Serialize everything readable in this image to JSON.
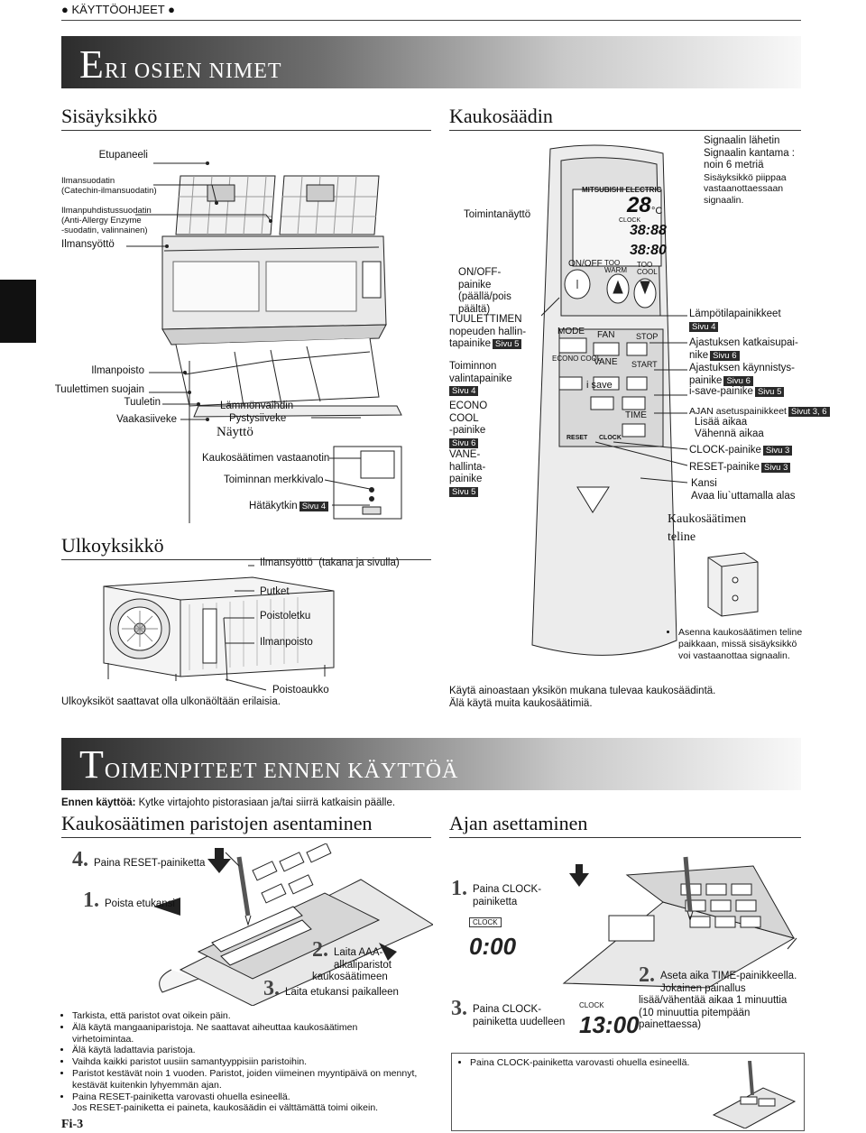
{
  "header_tag": "● KÄYTTÖOHJEET ●",
  "banner1": {
    "initial": "E",
    "rest": "RI OSIEN NIMET"
  },
  "indoor": {
    "title": "Sisäyksikkö",
    "labels": {
      "front_panel": "Etupaneeli",
      "air_filter_1": "Ilmansuodatin",
      "air_filter_2": "(Catechin-ilmansuodatin)",
      "purifier_1": "Ilmanpuhdistussuodatin",
      "purifier_2": "(Anti-Allergy Enzyme",
      "purifier_3": "-suodatin, valinnainen)",
      "air_intake": "Ilmansyöttö",
      "air_outlet": "Ilmanpoisto",
      "fan_guard": "Tuulettimen suojain",
      "fan": "Tuuletin",
      "horizontal_vane": "Vaakasiiveke",
      "heat_exchanger": "Lämmönvaihdin",
      "vertical_vane": "Pystysiiveke",
      "display_title": "Näyttö",
      "receiver": "Kaukosäätimen vastaanotin",
      "indicator": "Toiminnan merkkivalo",
      "emergency": "Hätäkytkin",
      "emergency_page": "Sivu 4"
    }
  },
  "outdoor": {
    "title": "Ulkoyksikkö",
    "labels": {
      "air_intake": "Ilmansyöttö",
      "air_intake_note": "(takana ja sivulla)",
      "pipes": "Putket",
      "drain_hose": "Poistoletku",
      "air_outlet": "Ilmanpoisto",
      "drain_outlet": "Poistoaukko"
    },
    "note": "Ulkoyksiköt saattavat olla ulkonäöltään erilaisia."
  },
  "remote": {
    "title": "Kaukosäädin",
    "brand": "MITSUBISHI ELECTRIC",
    "lcd": {
      "temp": "28",
      "unit": "°C",
      "clock_label": "CLOCK",
      "time1": "38:88",
      "time2": "38:80"
    },
    "buttons": {
      "onoff": "ON/OFF",
      "too_warm": "TOO WARM",
      "too_cool": "TOO COOL",
      "mode": "MODE",
      "fan": "FAN",
      "stop": "STOP",
      "start": "START",
      "econo": "ECONO COOL",
      "vane": "VANE",
      "isave": "i save",
      "time": "TIME",
      "reset": "RESET",
      "clock": "CLOCK"
    },
    "left_labels": {
      "display": "Toimintanäyttö",
      "onoff_1": "ON/OFF-",
      "onoff_2": "painike",
      "onoff_3": "(päällä/pois",
      "onoff_4": "päältä)",
      "fan_1": "TUULETTIMEN",
      "fan_2": "nopeuden hallin-",
      "fan_3": "tapainike",
      "fan_page": "Sivu 5",
      "mode_1": "Toiminnon",
      "mode_2": "valintapainike",
      "mode_page": "Sivu 4",
      "econo_1": "ECONO",
      "econo_2": "COOL",
      "econo_3": "-painike",
      "econo_page": "Sivu 6",
      "vane_1": "VANE-",
      "vane_2": "hallinta-",
      "vane_3": "painike",
      "vane_page": "Sivu 5"
    },
    "right_labels": {
      "signal_1": "Signaalin lähetin",
      "signal_2": "Signaalin kantama :",
      "signal_3": "noin 6 metriä",
      "signal_4": "Sisäyksikkö piippaa",
      "signal_5": "vastaanottaessaan",
      "signal_6": "signaalin.",
      "temp": "Lämpötilapainikkeet",
      "temp_page": "Sivu 4",
      "stop_1": "Ajastuksen katkaisupai-",
      "stop_2": "nike",
      "stop_page": "Sivu 6",
      "start_1": "Ajastuksen käynnistys-",
      "start_2": "painike",
      "start_page": "Sivu 6",
      "isave": "i-save-painike",
      "isave_page": "Sivu 5",
      "time": "AJAN asetuspainikkeet",
      "time_page": "Sivut 3, 6",
      "time_up": "Lisää aikaa",
      "time_down": "Vähennä aikaa",
      "clock": "CLOCK-painike",
      "clock_page": "Sivu 3",
      "reset": "RESET-painike",
      "reset_page": "Sivu 3",
      "cover_1": "Kansi",
      "cover_2": "Avaa liu`uttamalla alas"
    },
    "holder": {
      "title_1": "Kaukosäätimen",
      "title_2": "teline",
      "note": "Asenna kaukosäätimen teline paikkaan, missä sisäyksikkö voi vastaanottaa signaalin."
    },
    "note_1": "Käytä ainoastaan yksikön mukana tulevaa kaukosäädintä.",
    "note_2": "Älä käytä muita kaukosäätimiä."
  },
  "banner2": {
    "initial": "T",
    "rest": "OIMENPITEET ENNEN KÄYTTÖÄ"
  },
  "before_use": {
    "bold": "Ennen käyttöä:",
    "text": " Kytke virtajohto pistorasiaan ja/tai siirrä katkaisin päälle."
  },
  "batteries": {
    "title": "Kaukosäätimen paristojen asentaminen",
    "steps": [
      {
        "num": "4.",
        "text": "Paina RESET-painiketta"
      },
      {
        "num": "1.",
        "text": "Poista etukansi"
      },
      {
        "num": "2.",
        "text": "Laita AAA-alkaliparistot kaukosäätimeen"
      },
      {
        "num": "3.",
        "text": "Laita etukansi paikalleen"
      }
    ],
    "bullets": [
      "Tarkista, että paristot ovat oikein päin.",
      "Älä käytä mangaaniparistoja. Ne saattavat aiheuttaa kaukosäätimen virhetoimintaa.",
      "Älä käytä ladattavia paristoja.",
      "Vaihda kaikki paristot uusiin samantyyppisiin paristoihin.",
      "Paristot kestävät noin 1 vuoden. Paristot, joiden viimeinen myyntipäivä on mennyt, kestävät kuitenkin lyhyemmän ajan.",
      "Paina RESET-painiketta varovasti ohuella esineellä.",
      "Jos RESET-painiketta ei paineta, kaukosäädin ei välttämättä toimi oikein."
    ]
  },
  "time_setting": {
    "title": "Ajan asettaminen",
    "steps": [
      {
        "num": "1.",
        "text": "Paina CLOCK-painiketta"
      },
      {
        "num": "2.",
        "text": "Aseta aika TIME-painikkeella. Jokainen painallus lisää/vähentää aikaa 1 minuuttia (10 minuuttia pitempään painettaessa)"
      },
      {
        "num": "3.",
        "text": "Paina CLOCK-painiketta uudelleen"
      }
    ],
    "lcd1_label": "CLOCK",
    "lcd1_time": "0:00",
    "lcd2_label": "CLOCK",
    "lcd2_time": "13:00",
    "bullet": "Paina CLOCK-painiketta varovasti ohuella esineellä."
  },
  "page_number": "Fi-3"
}
